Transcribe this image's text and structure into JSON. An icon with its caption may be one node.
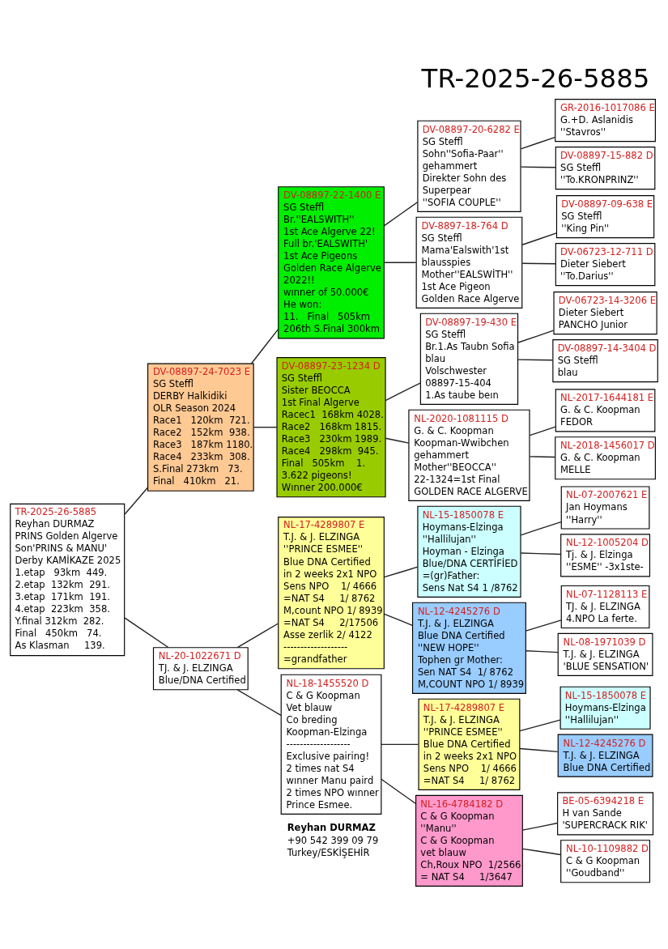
{
  "diagram": {
    "title": "TR-2025-26-5885",
    "nodes": [
      {
        "text": [
          "DV-08897-24-7023 E",
          "SG Steffl",
          "DERBY Halkidiki",
          "OLR Season 2024",
          "Race1   120km  721.",
          "Race2   152km  938.",
          "Race3   187km 1180.",
          "Race4   233km  308.",
          "S.Final 273km   73.",
          "Final   410km   21."
        ]
      },
      {
        "text": [
          "TR-2025-26-5885",
          "Reyhan DURMAZ",
          "PRINS Golden Algerve",
          "Son'PRINS & MANU'",
          "Derby KAMİKAZE 2025",
          "1.etap   93km  449.",
          "2.etap  132km  291.",
          "3.etap  171km  191.",
          "4.etap  223km  358.",
          "Y.final 312km  282.",
          "Final   450km   74.",
          "As Klasman     139."
        ]
      },
      {
        "text": [
          "NL-20-1022671 D",
          "TJ. & J. ELZINGA",
          "Blue/DNA Certified"
        ]
      },
      {
        "text": [
          "DV-08897-22-1400 E",
          "SG Steffl",
          "Br.''EALSWITH''",
          "1st Ace Algerve 22!",
          "Full br.'EALSWITH'",
          "1st Ace Pigeons",
          "Golden Race Algerve",
          "2022!!",
          "wınner of 50.000€",
          "He won:",
          "11.   Final   505km",
          "206th S.Final 300km"
        ]
      },
      {
        "text": [
          "DV-08897-23-1234 D",
          "SG Steffl",
          "Sister BEOCCA",
          "1st Final Algerve",
          "Racec1  168km 4028.",
          "Race2   168km 1815.",
          "Race3   230km 1989.",
          "Race4   298km  945.",
          "Final   505km    1.",
          "3.622 pigeons!",
          "Wınner 200.000€"
        ]
      },
      {
        "text": [
          "NL-17-4289807 E",
          "T.J. & J. ELZINGA",
          "''PRINCE ESMEE''",
          "Blue DNA Certified",
          "in 2 weeks 2x1 NPO",
          "Sens NPO    1/ 4666",
          "=NAT S4     1/ 8762",
          "M,count NPO 1/ 8939",
          "=NAT S4     2/17506",
          "Asse zerlik 2/ 4122",
          "-------------------",
          "=grandfather"
        ]
      },
      {
        "text": [
          "NL-18-1455520 D",
          "C & G Koopman",
          "Vet blauw",
          "Co breding",
          "Koopman-Elzinga",
          "-------------------",
          "Exclusive pairing!",
          "2 times nat S4",
          "wınner Manu paird",
          "2 times NPO wınner",
          "Prince Esmee."
        ]
      },
      {
        "text": [
          "DV-08897-20-6282 E",
          "SG Steffl",
          "Sohn''Sofia-Paar''",
          "gehammert",
          "Direkter Sohn des",
          "Superpear",
          "''SOFIA COUPLE''"
        ]
      },
      {
        "text": [
          "DV-8897-18-764 D",
          "SG Steffl",
          "Mama'Ealswith'1st",
          "blausspies",
          "Mother''EALSWİTH''",
          "1st Ace Pigeon",
          "Golden Race Algerve"
        ]
      },
      {
        "text": [
          "DV-08897-19-430 E",
          "SG Steffl",
          "Br.1.As Taubn Sofia",
          "blau",
          "Volschwester",
          "08897-15-404",
          "1.As taube beın"
        ]
      },
      {
        "text": [
          "NL-2020-1081115 D",
          "G. & C. Koopman",
          "Koopman-Wwibchen",
          "gehammert",
          "Mother''BEOCCA''",
          "22-1324=1st Final",
          "GOLDEN RACE ALGERVE"
        ]
      },
      {
        "text": [
          "NL-15-1850078 E",
          "Hoymans-Elzinga",
          "''Hallilujan''",
          "Hoyman - Elzinga",
          "Blue/DNA CERTİFİED",
          "=(gr)Father:",
          "Sens Nat S4 1 /8762"
        ]
      },
      {
        "text": [
          "NL-12-4245276 D",
          "T.J. & J. ELZINGA",
          "Blue DNA Certified",
          "''NEW HOPE''",
          "Tophen gr Mother:",
          "Sen NAT S4  1/ 8762",
          "M,COUNT NPO 1/ 8939"
        ]
      },
      {
        "text": [
          "NL-17-4289807 E",
          "T.J. & J. ELZINGA",
          "''PRINCE ESMEE''",
          "Blue DNA Certified",
          "in 2 weeks 2x1 NPO",
          "Sens NPO    1/ 4666",
          "=NAT S4     1/ 8762"
        ]
      },
      {
        "text": [
          "NL-16-4784182 D",
          "C & G Koopman",
          "''Manu''",
          "C & G Koopman",
          "vet blauw",
          "Ch,Roux NPO  1/2566",
          "= NAT S4     1/3647"
        ]
      },
      {
        "text": [
          "GR-2016-1017086 E",
          "G.+D. Aslanidis",
          "''Stavros''"
        ]
      },
      {
        "text": [
          "DV-08897-15-882 D",
          "SG Steffl",
          "''To.KRONPRINZ''"
        ]
      },
      {
        "text": [
          "DV-08897-09-638 E",
          "SG Steffl",
          "''King Pin''"
        ]
      },
      {
        "text": [
          "DV-06723-12-711 D",
          "Dieter Siebert",
          "''To.Darius''"
        ]
      },
      {
        "text": [
          "DV-06723-14-3206 E",
          "Dieter Siebert",
          "PANCHO Junior"
        ]
      },
      {
        "text": [
          "DV-08897-14-3404 D",
          "SG Steffl",
          "blau"
        ]
      },
      {
        "text": [
          "NL-2017-1644181 E",
          "G. & C. Koopman",
          "FEDOR"
        ]
      },
      {
        "text": [
          "NL-2018-1456017 D",
          "G. & C. Koopman",
          "MELLE"
        ]
      },
      {
        "text": [
          "NL-07-2007621 E",
          "Jan Hoymans",
          "''Harry''"
        ]
      },
      {
        "text": [
          "NL-12-1005204 D",
          "Tj. & J. Elzinga",
          "''ESME'' -3x1ste-"
        ]
      },
      {
        "text": [
          "NL-07-1128113 E",
          "TJ. & J. ELZINGA",
          "4.NPO La ferte."
        ]
      },
      {
        "text": [
          "NL-08-1971039 D",
          "T.J. & J. ELZINGA",
          "'BLUE SENSATION'"
        ]
      },
      {
        "text": [
          "NL-15-1850078 E",
          "Hoymans-Elzinga",
          "''Hallilujan''"
        ]
      },
      {
        "text": [
          "NL-12-4245276 D",
          "T.J. & J. ELZINGA",
          "Blue DNA Certified"
        ]
      },
      {
        "text": [
          "BE-05-6394218 E",
          "H van Sande",
          "'SUPERCRACK RIK'"
        ]
      },
      {
        "text": [
          "NL-10-1109882 D",
          "C & G Koopman",
          "''Goudband''"
        ]
      }
    ],
    "edges": [
      {
        "from": 1,
        "to": 0,
        "arrow": "none"
      },
      {
        "from": 1,
        "to": 2,
        "arrow": "none"
      },
      {
        "from": 0,
        "to": 3,
        "arrow": "none"
      },
      {
        "from": 0,
        "to": 4,
        "arrow": "none"
      },
      {
        "from": 2,
        "to": 5,
        "arrow": "none"
      },
      {
        "from": 2,
        "to": 6,
        "arrow": "none"
      },
      {
        "from": 3,
        "to": 7,
        "arrow": "none"
      },
      {
        "from": 3,
        "to": 8,
        "arrow": "none"
      },
      {
        "from": 4,
        "to": 9,
        "arrow": "none"
      },
      {
        "from": 4,
        "to": 10,
        "arrow": "none"
      },
      {
        "from": 5,
        "to": 11,
        "arrow": "none"
      },
      {
        "from": 5,
        "to": 12,
        "arrow": "none"
      },
      {
        "from": 6,
        "to": 13,
        "arrow": "none"
      },
      {
        "from": 6,
        "to": 14,
        "arrow": "none"
      },
      {
        "from": 7,
        "to": 15,
        "arrow": "none"
      },
      {
        "from": 7,
        "to": 16,
        "arrow": "none"
      },
      {
        "from": 8,
        "to": 17,
        "arrow": "none"
      },
      {
        "from": 8,
        "to": 18,
        "arrow": "none"
      },
      {
        "from": 9,
        "to": 19,
        "arrow": "none"
      },
      {
        "from": 9,
        "to": 20,
        "arrow": "none"
      },
      {
        "from": 10,
        "to": 21,
        "arrow": "none"
      },
      {
        "from": 10,
        "to": 22,
        "arrow": "none"
      },
      {
        "from": 11,
        "to": 23,
        "arrow": "none"
      },
      {
        "from": 11,
        "to": 24,
        "arrow": "none"
      },
      {
        "from": 12,
        "to": 25,
        "arrow": "none"
      },
      {
        "from": 12,
        "to": 26,
        "arrow": "none"
      },
      {
        "from": 13,
        "to": 27,
        "arrow": "none"
      },
      {
        "from": 13,
        "to": 28,
        "arrow": "none"
      },
      {
        "from": 14,
        "to": 29,
        "arrow": "none"
      },
      {
        "from": 14,
        "to": 30,
        "arrow": "none"
      }
    ],
    "labels": [
      "Reyhan DURMAZ",
      "+90 542 399 09 79",
      "Turkey/ESKİŞEHİR"
    ]
  }
}
